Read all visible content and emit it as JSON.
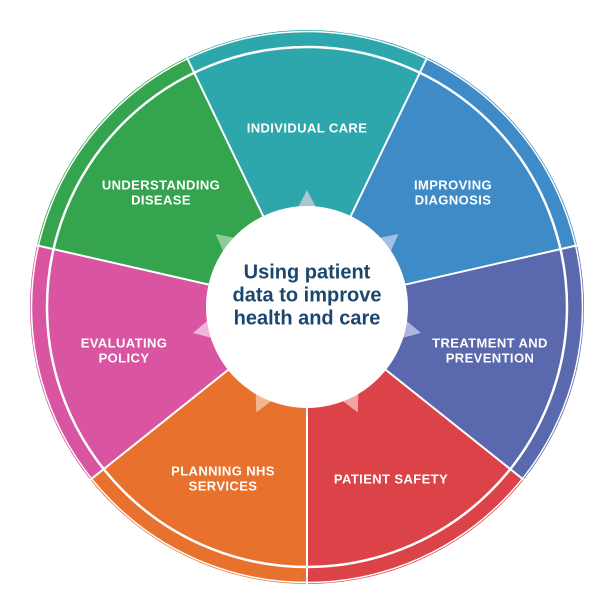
{
  "wheel": {
    "center": {
      "lines": [
        "Using patient",
        "data to improve",
        "health and care"
      ],
      "text_color": "#1A476F",
      "circle_color": "#FFFFFF"
    },
    "segments": [
      {
        "label": "INDIVIDUAL CARE",
        "lines": [
          "INDIVIDUAL CARE"
        ],
        "color": "#2EA7AC",
        "arrow_color": "#A9C7CF"
      },
      {
        "label": "IMPROVING DIAGNOSIS",
        "lines": [
          "IMPROVING",
          "DIAGNOSIS"
        ],
        "color": "#3E8BC8",
        "arrow_color": "#A6BEE4"
      },
      {
        "label": "TREATMENT AND PREVENTION",
        "lines": [
          "TREATMENT AND",
          "PREVENTION"
        ],
        "color": "#5A68AE",
        "arrow_color": "#AFB4DE"
      },
      {
        "label": "PATIENT SAFETY",
        "lines": [
          "PATIENT SAFETY"
        ],
        "color": "#DC4348",
        "arrow_color": "#F2A4A0"
      },
      {
        "label": "PLANNING NHS SERVICES",
        "lines": [
          "PLANNING NHS",
          "SERVICES"
        ],
        "color": "#E8722D",
        "arrow_color": "#F4B691"
      },
      {
        "label": "EVALUATING POLICY",
        "lines": [
          "EVALUATING",
          "POLICY"
        ],
        "color": "#DA55A1",
        "arrow_color": "#F0B3DA"
      },
      {
        "label": "UNDERSTANDING DISEASE",
        "lines": [
          "UNDERSTANDING",
          "DISEASE"
        ],
        "color": "#34A44E",
        "arrow_color": "#8FCB96"
      }
    ],
    "label_color": "#FFFFFF",
    "separator_color": "#FFFFFF",
    "ring_color": "#FFFFFF"
  }
}
